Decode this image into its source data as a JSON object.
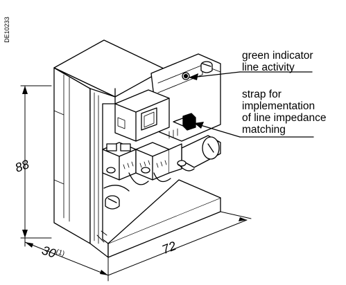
{
  "reference_code": "DE10233",
  "callouts": {
    "indicator_line1": "green indicator",
    "indicator_line2": "line activity",
    "strap_line1": "strap for",
    "strap_line2": "implementation",
    "strap_line3": "of line impedance",
    "strap_line4": "matching"
  },
  "dimensions": {
    "height": "88",
    "depth": "30",
    "depth_note": "(1)",
    "width": "72"
  }
}
